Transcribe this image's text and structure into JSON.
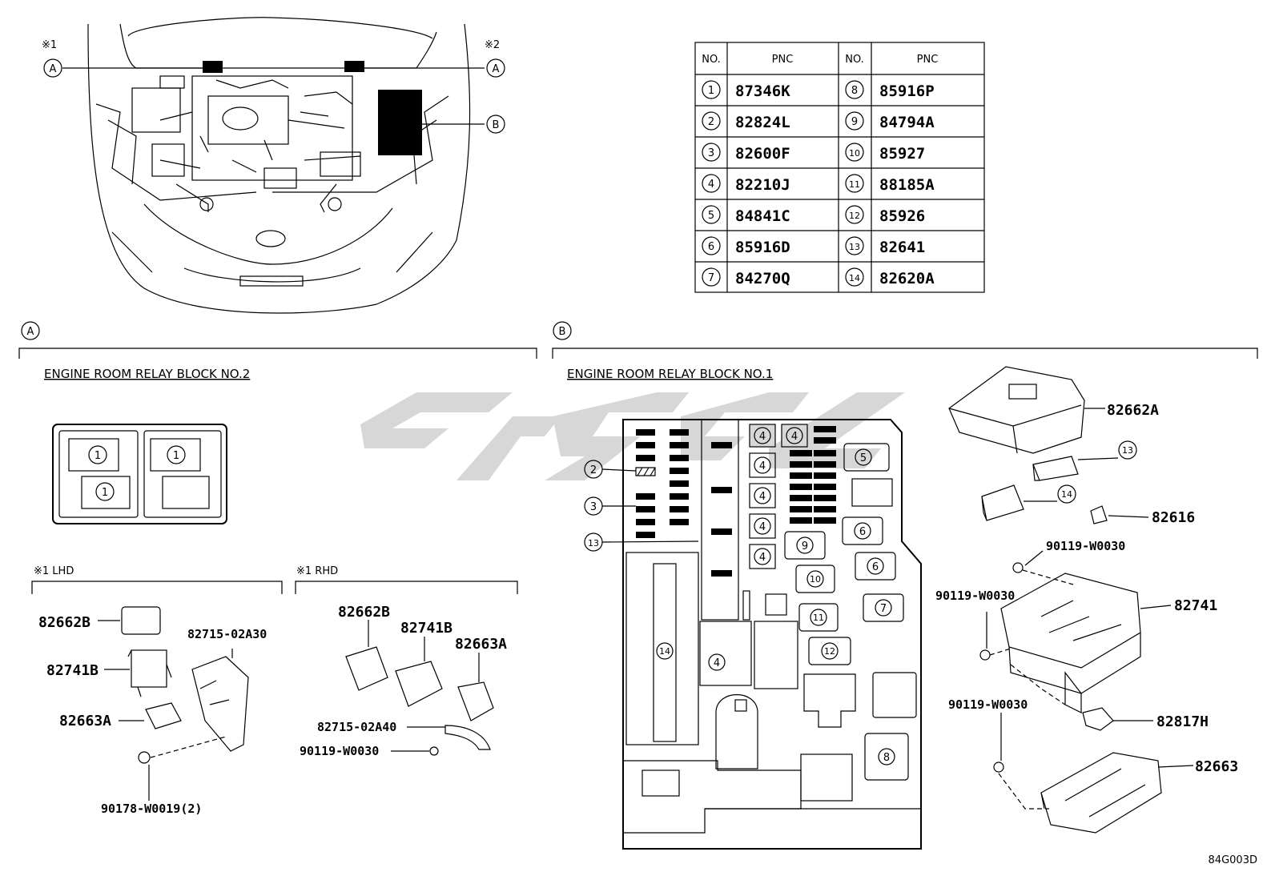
{
  "table": {
    "header_no": "NO.",
    "header_pnc": "PNC",
    "rows_left": [
      {
        "no": "1",
        "pnc": "87346K"
      },
      {
        "no": "2",
        "pnc": "82824L"
      },
      {
        "no": "3",
        "pnc": "82600F"
      },
      {
        "no": "4",
        "pnc": "82210J"
      },
      {
        "no": "5",
        "pnc": "84841C"
      },
      {
        "no": "6",
        "pnc": "85916D"
      },
      {
        "no": "7",
        "pnc": "84270Q"
      }
    ],
    "rows_right": [
      {
        "no": "8",
        "pnc": "85916P"
      },
      {
        "no": "9",
        "pnc": "84794A"
      },
      {
        "no": "10",
        "pnc": "85927"
      },
      {
        "no": "11",
        "pnc": "88185A"
      },
      {
        "no": "12",
        "pnc": "85926"
      },
      {
        "no": "13",
        "pnc": "82641"
      },
      {
        "no": "14",
        "pnc": "82620A"
      }
    ]
  },
  "top": {
    "note1": "※1",
    "note2": "※2",
    "callout_a": "A",
    "callout_b": "B"
  },
  "section_a": {
    "marker": "A",
    "title": "ENGINE ROOM RELAY BLOCK NO.2",
    "slot_labels": [
      "1",
      "1",
      "1"
    ],
    "lhd": {
      "title": "※1 LHD",
      "parts": [
        "82662B",
        "82741B",
        "82663A",
        "82715-02A30",
        "90178-W0019(2)"
      ]
    },
    "rhd": {
      "title": "※1 RHD",
      "parts": [
        "82662B",
        "82741B",
        "82663A",
        "82715-02A40",
        "90119-W0030"
      ]
    }
  },
  "section_b": {
    "marker": "B",
    "title": "ENGINE ROOM RELAY BLOCK NO.1",
    "callouts_left": [
      "2",
      "3",
      "13"
    ],
    "block_labels": [
      "4",
      "4",
      "4",
      "4",
      "4",
      "4",
      "4",
      "5",
      "6",
      "6",
      "7",
      "8",
      "9",
      "10",
      "11",
      "12",
      "14"
    ],
    "exploded_parts": [
      "82662A",
      "13",
      "14",
      "82616",
      "90119-W0030",
      "82741",
      "90119-W0030",
      "90119-W0030",
      "82817H",
      "82663"
    ]
  },
  "figure_code": "84G003D",
  "colors": {
    "ink": "#000000",
    "watermark": "#bdbdbd",
    "background": "#ffffff"
  }
}
